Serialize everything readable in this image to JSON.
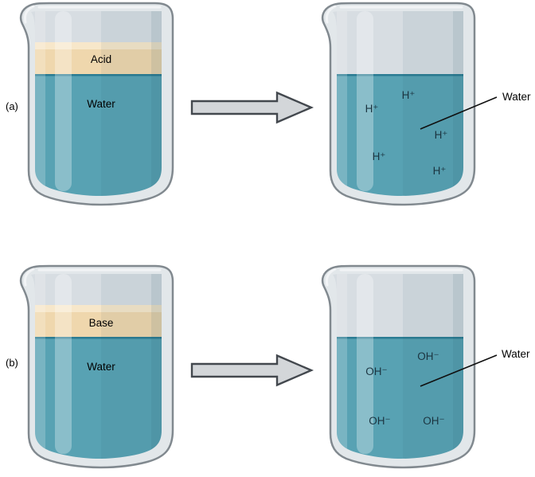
{
  "figure": {
    "background": "#ffffff",
    "rows": [
      {
        "label": "(a)",
        "before": {
          "top_layer": "Acid",
          "liquid": "Water"
        },
        "after": {
          "ions": [
            "H⁺",
            "H⁺",
            "H⁺",
            "H⁺",
            "H⁺"
          ],
          "callout": "Water"
        }
      },
      {
        "label": "(b)",
        "before": {
          "top_layer": "Base",
          "liquid": "Water"
        },
        "after": {
          "ions": [
            "OH⁻",
            "OH⁻",
            "OH⁻",
            "OH⁻"
          ],
          "callout": "Water"
        }
      }
    ],
    "colors": {
      "background": "#ffffff",
      "water": "#58a2b3",
      "water_surface_line": "#2b7c93",
      "solute_layer": "#efd7ad",
      "solute_layer_highlight": "#f7e7ca",
      "glass_fill": "#e2e7ea",
      "glass_outline": "#81898f",
      "glass_interior": "#d7dde2",
      "arrow_fill": "#d3d6d9",
      "arrow_outline": "#43484e",
      "label_text": "#000000",
      "ion_text": "#1b3440"
    }
  }
}
